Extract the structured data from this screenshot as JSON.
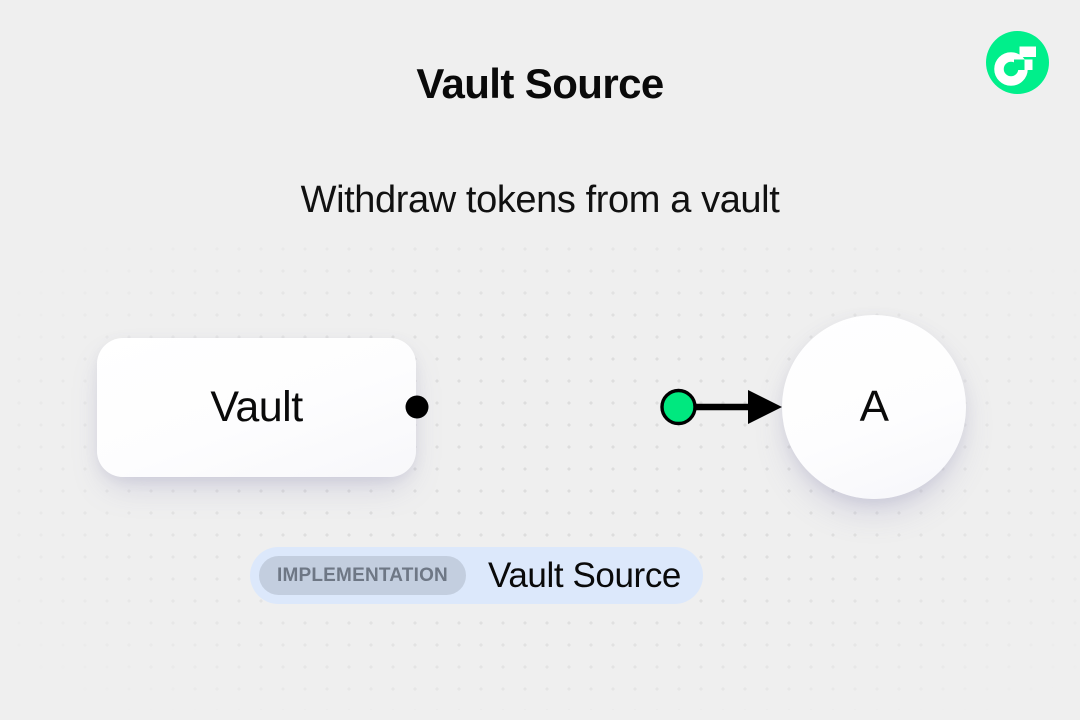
{
  "header": {
    "title": "Vault Source",
    "subtitle": "Withdraw tokens from a vault"
  },
  "brand": {
    "logo_icon": "flow-logo-icon",
    "logo_bg_color": "#00ef8b",
    "logo_mark_color": "#ffffff"
  },
  "diagram": {
    "type": "flow-graph",
    "nodes": [
      {
        "id": "vault",
        "shape": "rounded-rect",
        "label": "Vault",
        "port_side": "right",
        "port_color": "#000000"
      },
      {
        "id": "a",
        "shape": "circle",
        "label": "A"
      }
    ],
    "edges": [
      {
        "from": "vault",
        "to": "a",
        "color": "#000000",
        "marker_color": "#00e87f",
        "arrow": "filled-triangle"
      }
    ]
  },
  "badge": {
    "chip_label": "IMPLEMENTATION",
    "name": "Vault Source",
    "pill_color": "#dce8fb",
    "chip_color": "#c3cedf",
    "chip_text_color": "#6e7785"
  },
  "canvas": {
    "background_color": "#efefef",
    "dot_color": "#dcdcdc",
    "dot_spacing": 22
  }
}
